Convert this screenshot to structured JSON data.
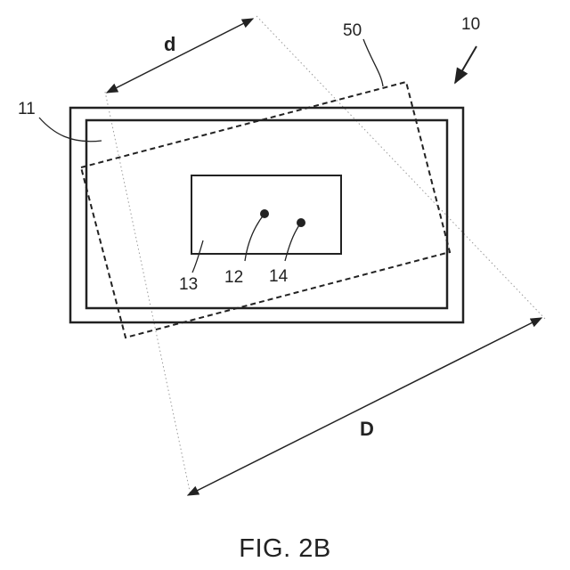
{
  "figure": {
    "caption": "FIG. 2B",
    "labels": {
      "device": "10",
      "outer_frame": "11",
      "point_a": "12",
      "inner_region": "13",
      "point_b": "14",
      "overlay_region": "50",
      "small_dimension": "d",
      "large_dimension": "D"
    },
    "colors": {
      "line": "#222222",
      "thin_line": "#9a9a9a",
      "background": "#ffffff"
    }
  }
}
